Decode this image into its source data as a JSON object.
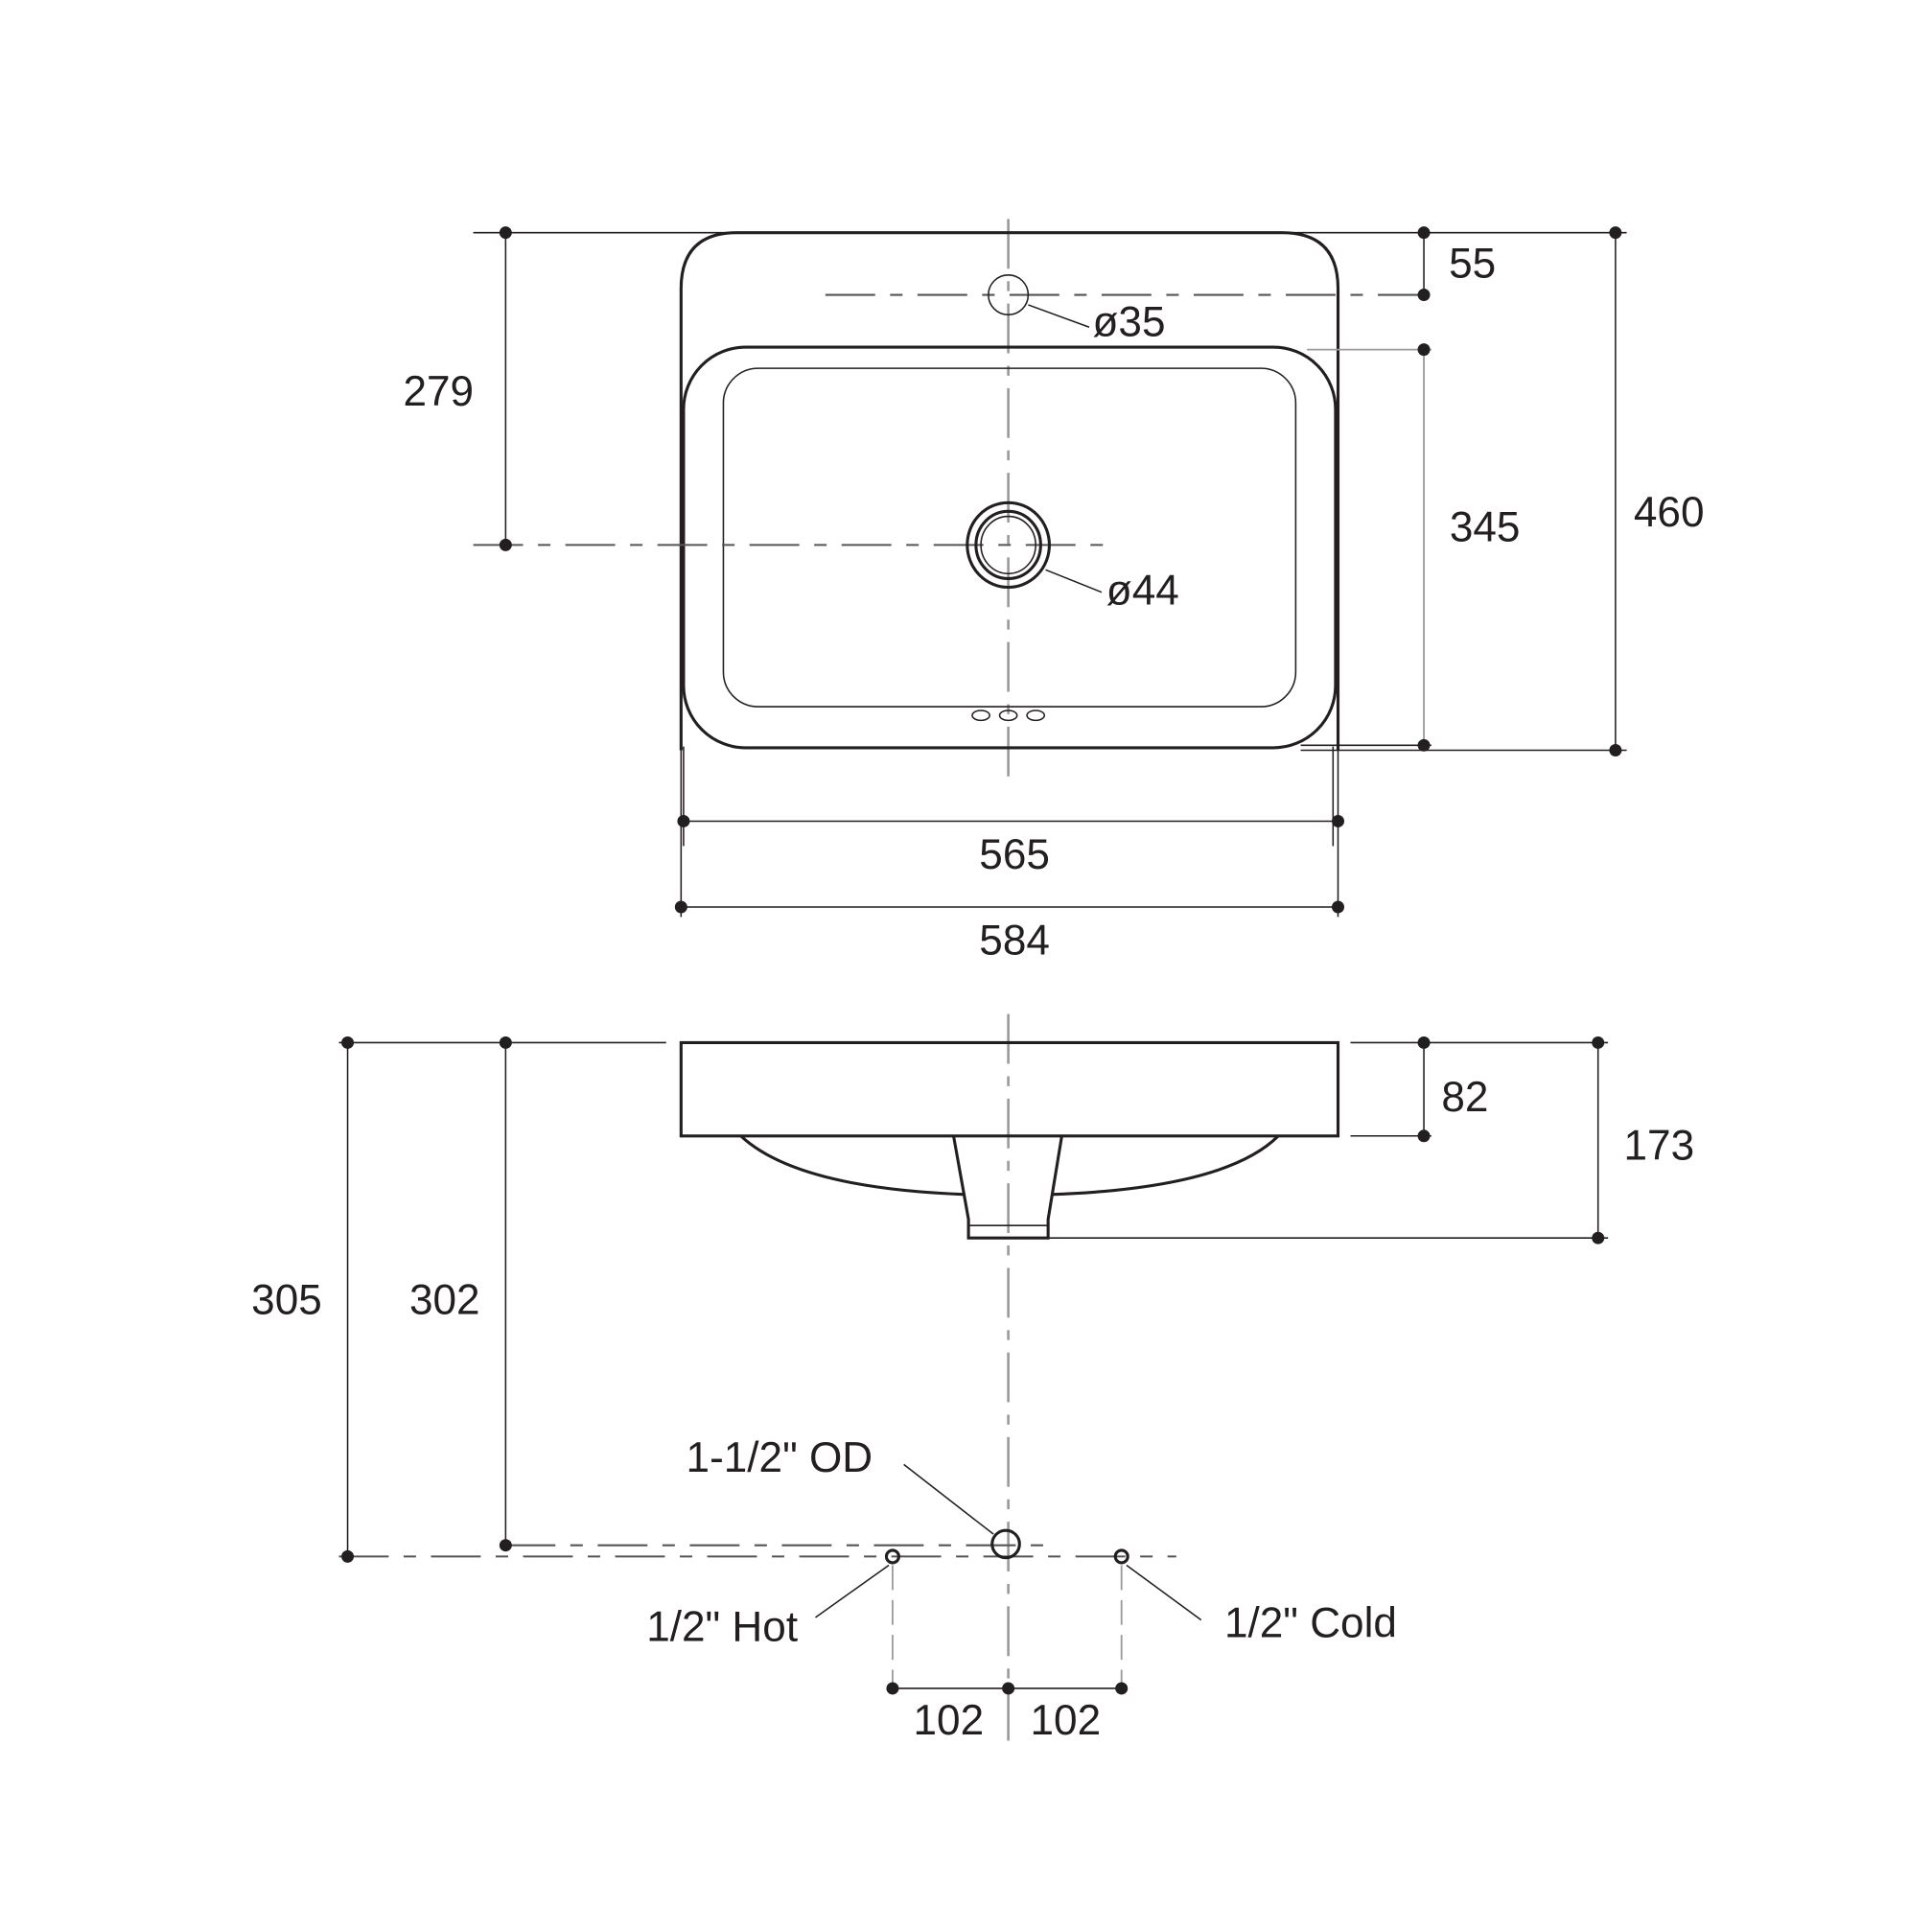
{
  "drawing": {
    "top_view": {
      "dim_tap_offset": "55",
      "dim_drain_from_top": "279",
      "dim_bowl_depth": "345",
      "dim_overall_depth": "460",
      "dim_bowl_width": "565",
      "dim_overall_width": "584",
      "tap_hole": "ø35",
      "drain_hole": "ø44"
    },
    "side_view": {
      "dim_rim_height": "82",
      "dim_overall_height": "173",
      "dim_supply_height": "305",
      "dim_waste_height": "302",
      "waste_label": "1-1/2\" OD",
      "hot_label": "1/2\" Hot",
      "cold_label": "1/2\" Cold",
      "dim_hot_spacing": "102",
      "dim_cold_spacing": "102"
    }
  }
}
